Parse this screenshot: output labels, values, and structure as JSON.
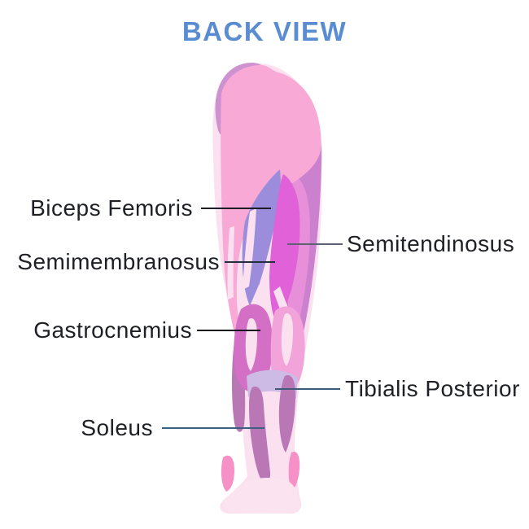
{
  "title": {
    "text": "BACK VIEW",
    "color": "#5a8cd2"
  },
  "label_text_color": "#1e2025",
  "labels": [
    {
      "id": "biceps-femoris",
      "text": "Biceps Femoris",
      "side": "left",
      "line_color": "#1c1d26"
    },
    {
      "id": "semitendinosus",
      "text": "Semitendinosus",
      "side": "right",
      "line_color": "#5d6170"
    },
    {
      "id": "semimembranosus",
      "text": "Semimembranosus",
      "side": "left",
      "line_color": "#252e3c"
    },
    {
      "id": "gastrocnemius",
      "text": "Gastrocnemius",
      "side": "left",
      "line_color": "#17181f"
    },
    {
      "id": "tibialis-posterior",
      "text": "Tibialis Posterior",
      "side": "right",
      "line_color": "#3f5b77"
    },
    {
      "id": "soleus",
      "text": "Soleus",
      "side": "left",
      "line_color": "#3d5f80"
    }
  ],
  "palette": {
    "background": "#ffffff",
    "pale": "#fbe1ef",
    "pink": "#f8a9d6",
    "mauve_cap": "#cf92d0",
    "orchid_band": "#cb81ce",
    "mid_strip": "#e78fd9",
    "purple": "#9b8ddc",
    "magenta": "#e161d8",
    "gastro_left": "#d36fc4",
    "gastro_right": "#f2a3da",
    "lavender": "#cdbbe5",
    "deep_mauve": "#b977b6",
    "ankle_pink": "#f691c8",
    "foot": "#fbe3ef"
  }
}
